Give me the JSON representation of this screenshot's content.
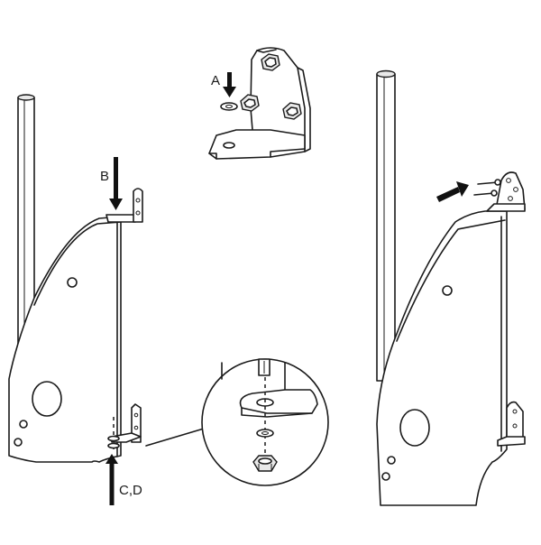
{
  "labels": {
    "a": "A",
    "b": "B",
    "cd": "C,D"
  },
  "icons": {
    "arrow_a": "down-arrow-icon",
    "arrow_b": "down-arrow-icon",
    "arrow_cd": "up-arrow-icon",
    "arrow_bolts": "right-arrow-icon"
  },
  "colors": {
    "ink": "#1a1a1a",
    "arrow": "#111111",
    "metal": "#e9e9e9"
  }
}
